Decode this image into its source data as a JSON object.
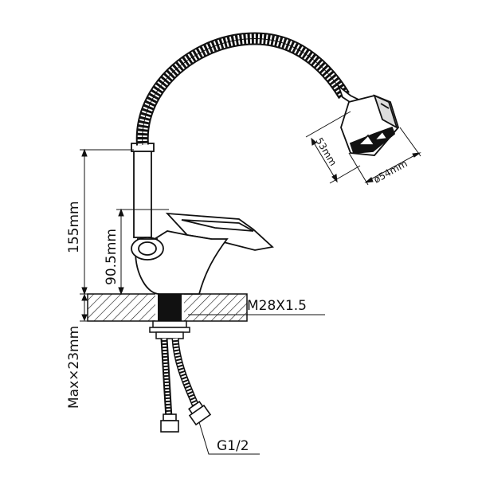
{
  "labels": {
    "height_total": "155mm",
    "height_lever": "90.5mm",
    "thread": "M28X1.5",
    "max_thickness": "Max×23mm",
    "connector": "G1/2",
    "head_height": "53mm",
    "head_diameter": "ø54mm"
  },
  "colors": {
    "line": "#111111",
    "background": "#ffffff"
  }
}
